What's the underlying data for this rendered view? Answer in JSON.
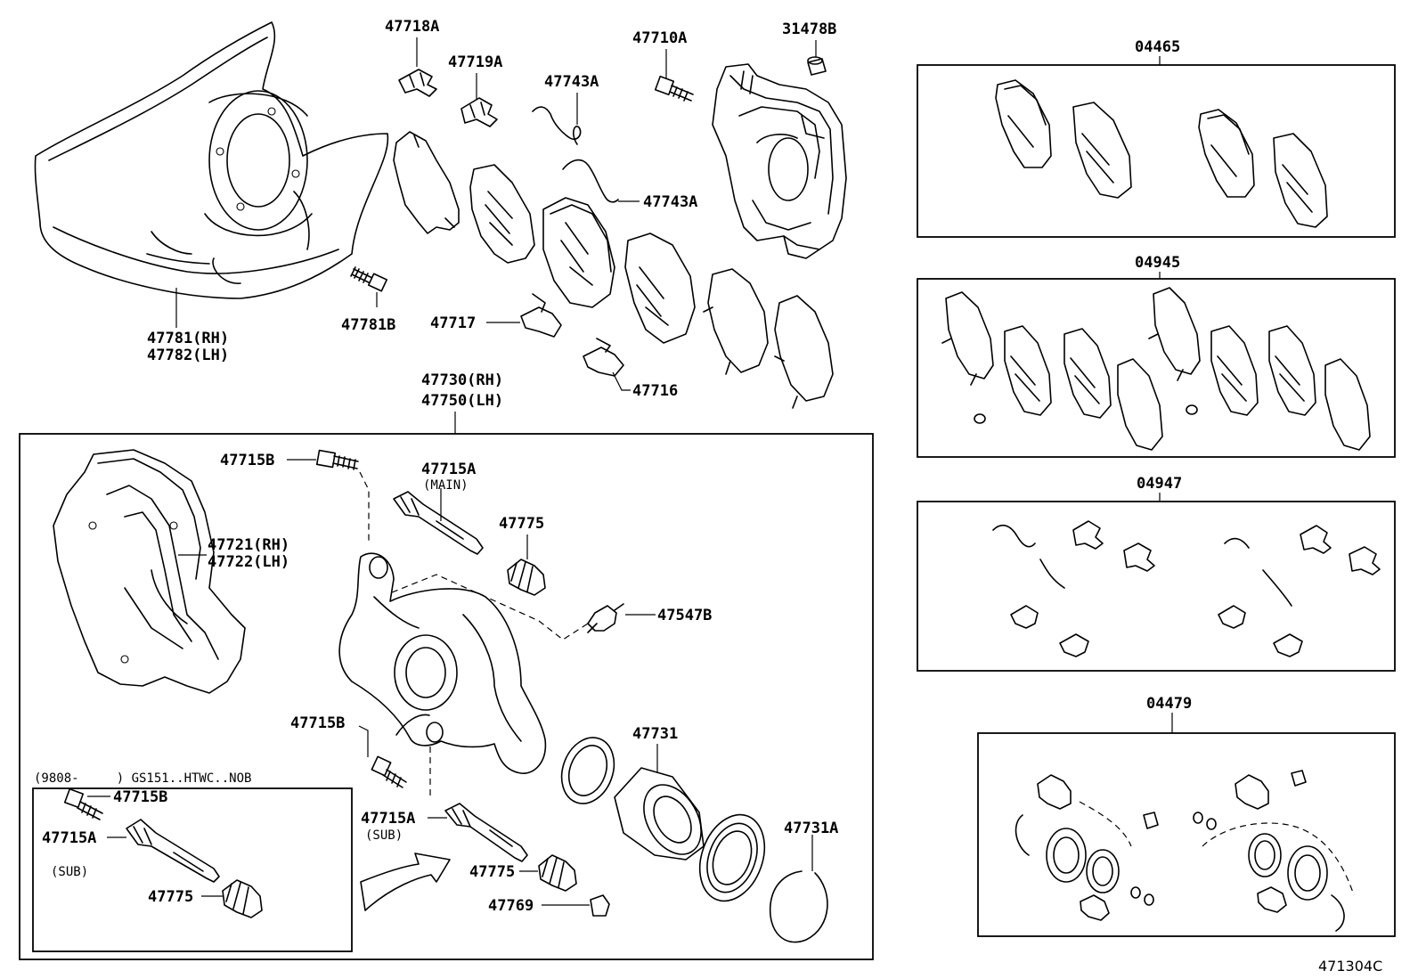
{
  "labels": {
    "p47718A": "47718A",
    "p47719A": "47719A",
    "p47743A_top": "47743A",
    "p47743A_mid": "47743A",
    "p47710A": "47710A",
    "p31478B": "31478B",
    "p47781": "47781(RH)",
    "p47782": "47782(LH)",
    "p47781B": "47781B",
    "p47717": "47717",
    "p47716": "47716",
    "p47730": "47730(RH)",
    "p47750": "47750(LH)",
    "p47715B_top": "47715B",
    "p47715A_main": "47715A",
    "main": "(MAIN)",
    "p47775_top": "47775",
    "p47721": "47721(RH)",
    "p47722": "47722(LH)",
    "p47547B": "47547B",
    "p47715B_mid": "47715B",
    "p47731": "47731",
    "p47731A": "47731A",
    "p47715A_sub": "47715A",
    "sub1": "(SUB)",
    "p47775_mid": "47775",
    "p47769": "47769",
    "date_note": "(9808-     ) GS151..HTWC..NOB",
    "inset_47715B": "47715B",
    "inset_47715A": "47715A",
    "inset_sub": "(SUB)",
    "inset_47775": "47775",
    "kit_04465": "04465",
    "kit_04945": "04945",
    "kit_04947": "04947",
    "kit_04479": "04479",
    "figure_code": "471304C"
  }
}
